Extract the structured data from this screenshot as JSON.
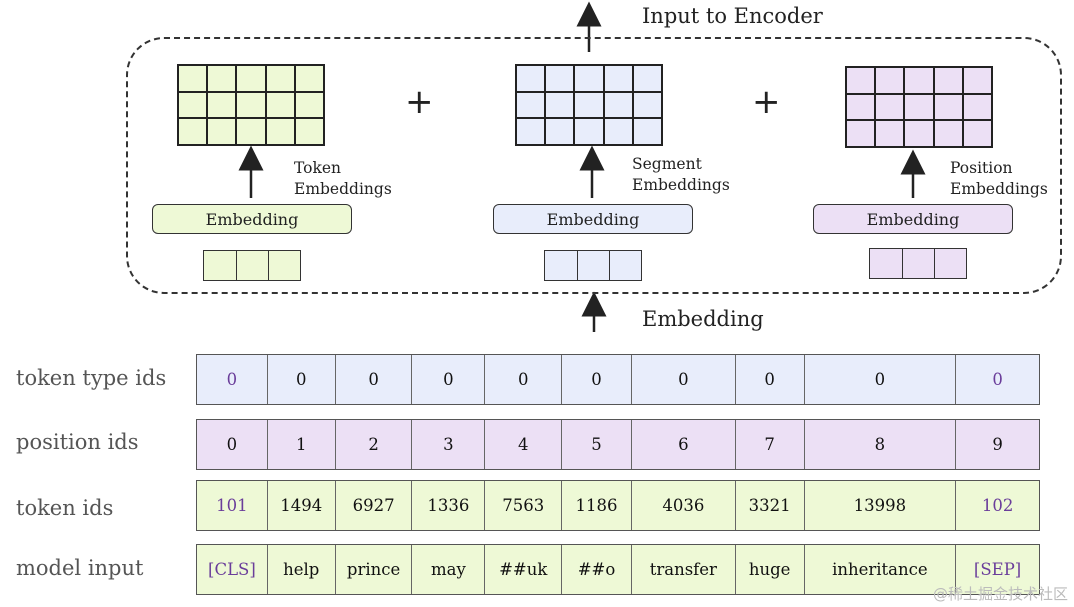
{
  "diagram": {
    "title_top": "Input to Encoder",
    "embedding_label": "Embedding",
    "plus_symbol": "+",
    "blocks": [
      {
        "button": "Embedding",
        "caption_line1": "Token",
        "caption_line2": "Embeddings",
        "color": "#eef9d6"
      },
      {
        "button": "Embedding",
        "caption_line1": "Segment",
        "caption_line2": "Embeddings",
        "color": "#e8edfb"
      },
      {
        "button": "Embedding",
        "caption_line1": "Position",
        "caption_line2": "Embeddings",
        "color": "#ece0f5"
      }
    ]
  },
  "table": {
    "labels": {
      "token_type_ids": "token type ids",
      "position_ids": "position ids",
      "token_ids": "token ids",
      "model_input": "model input"
    },
    "token_type_ids": [
      "0",
      "0",
      "0",
      "0",
      "0",
      "0",
      "0",
      "0",
      "0",
      "0"
    ],
    "position_ids": [
      "0",
      "1",
      "2",
      "3",
      "4",
      "5",
      "6",
      "7",
      "8",
      "9"
    ],
    "token_ids": [
      "101",
      "1494",
      "6927",
      "1336",
      "7563",
      "1186",
      "4036",
      "3321",
      "13998",
      "102"
    ],
    "model_input": [
      "[CLS]",
      "help",
      "prince",
      "may",
      "##uk",
      "##o",
      "transfer",
      "huge",
      "inheritance",
      "[SEP]"
    ],
    "colors": {
      "token_type": "#e8edfb",
      "position": "#ece0f5",
      "token_id": "#eef9d6",
      "model_input": "#eef9d6",
      "special": "#6a3d9a"
    }
  },
  "watermark": "@稀土掘金技术社区"
}
